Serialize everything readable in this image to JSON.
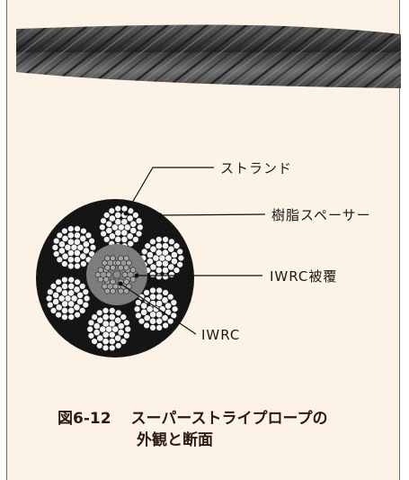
{
  "labels": {
    "strand": "ストランド",
    "resin_spacer": "樹脂スペーサー",
    "iwrc_coating": "IWRC被覆",
    "iwrc": "IWRC"
  },
  "caption": {
    "number": "図6-12",
    "line1": "スーパーストライプロープの",
    "line2": "外観と断面"
  }
}
